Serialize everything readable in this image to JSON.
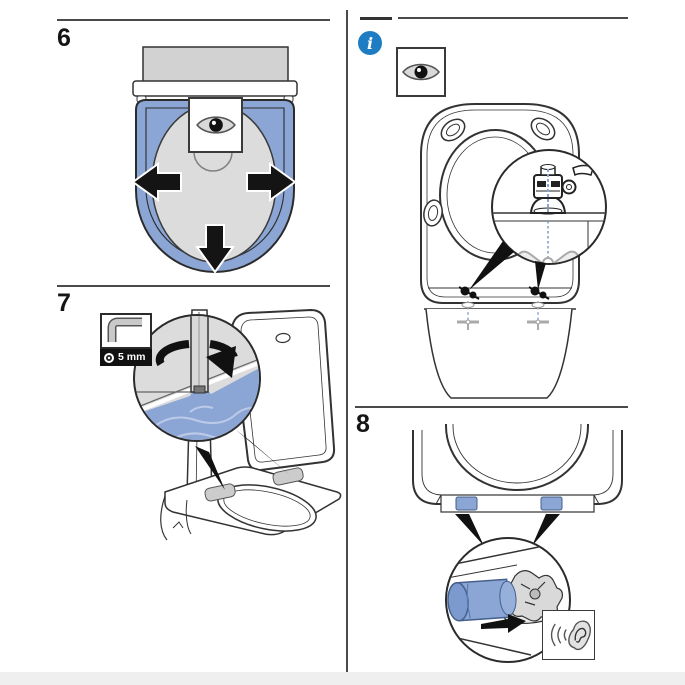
{
  "page": {
    "background": "#ffffff",
    "footer_strip_color": "#efefef"
  },
  "colors": {
    "accent_blue": "#8BA6D5",
    "accent_blue_dark": "#7D9ACE",
    "accent_blue_light": "#97AFDB",
    "accent_blue_deep": "#44608C",
    "accent_blue_pale": "#BCCAE8",
    "screw_blue": "#9BB0D8",
    "info_blue": "#1E7DC2",
    "gray_fill": "#D2D2D2",
    "detail_gray": "#DCDCDC"
  },
  "panels": {
    "step6": {
      "label": "6"
    },
    "step7": {
      "label": "7",
      "tool_size": "5 mm"
    },
    "info": {
      "symbol": "i"
    },
    "step8": {
      "label": "8"
    }
  }
}
